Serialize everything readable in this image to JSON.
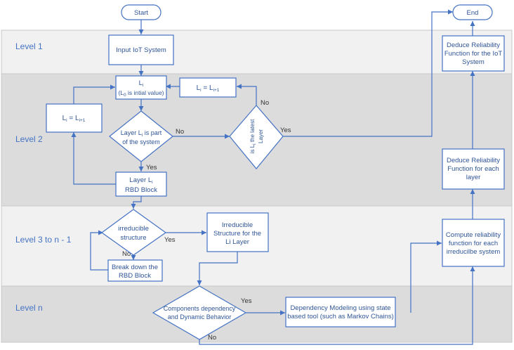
{
  "levels": {
    "l1": "Level 1",
    "l2": "Level 2",
    "l3": "Level 3 to n - 1",
    "ln": "Level n"
  },
  "nodes": {
    "start": "Start",
    "end": "End",
    "input": "Input IoT System",
    "li_main": "L",
    "li_main_sub": "i",
    "li_note_a": "(L",
    "li_note_sub": "0",
    "li_note_b": " is intial value)",
    "li_next_top_a": "L",
    "li_next_top_sub1": "i",
    "li_next_top_b": " =  L",
    "li_next_top_sub2": "i+1",
    "li_next_left_a": "L",
    "li_next_left_sub1": "i",
    "li_next_left_b": " =  L",
    "li_next_left_sub2": "i+1",
    "part_line1_a": "Layer  L",
    "part_line1_sub": "i",
    "part_line1_b": "  is part",
    "part_line2": "of the system",
    "latest_line1": "is  L",
    "latest_line1_sub": "i",
    "latest_line1_b": "  the latest",
    "latest_line2": "Layer",
    "rbd_line1_a": "Layer  L",
    "rbd_line1_sub": "i",
    "rbd_line2": "RBD Block",
    "irr_line1": "irreducible",
    "irr_line2": "structure",
    "irrstruct_line1": "Irreducible",
    "irrstruct_line2": "Structure for the",
    "irrstruct_line3": "Li Layer",
    "breakdown_line1": "Break down the",
    "breakdown_line2": "RBD Block",
    "compdep_line1": "Components dependency",
    "compdep_line2": "and Dynamic Behavior",
    "depmodel_line1": "Dependency Modeling using state",
    "depmodel_line2": "based tool (such as Markov Chains)",
    "compute_line1": "Compute reliability",
    "compute_line2": "function for each",
    "compute_line3": "irreducilbe system",
    "layerfn_line1": "Deduce Reliability",
    "layerfn_line2": "Function for each",
    "layerfn_line3": "layer",
    "iotfn_line1": "Deduce Reliability",
    "iotfn_line2": "Function for the IoT",
    "iotfn_line3": "System"
  },
  "edge_labels": {
    "no_part": "No",
    "yes_part": "Yes",
    "no_latest": "No",
    "yes_latest": "Yes",
    "yes_irr": "Yes",
    "no_irr": "No",
    "yes_comp": "Yes",
    "no_comp": "No"
  },
  "colors": {
    "stroke": "#4472c4",
    "text": "#2f5597",
    "band_light": "#f1f1f1",
    "band_dark": "#dcdcdc"
  }
}
